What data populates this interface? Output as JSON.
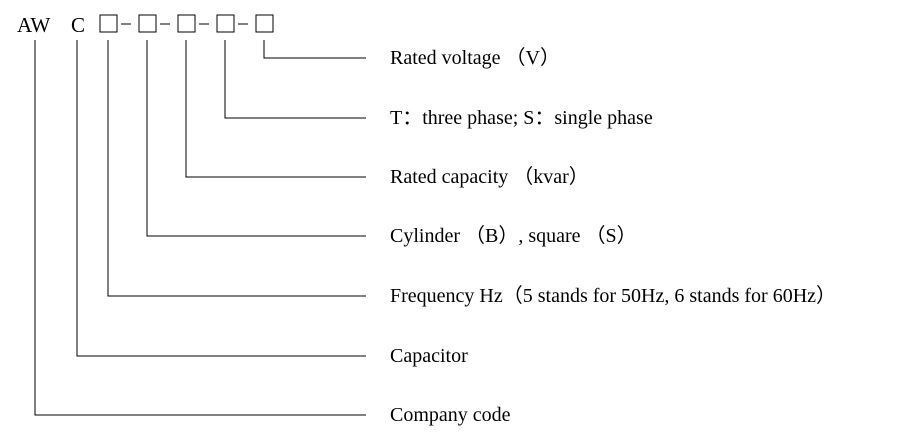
{
  "code": {
    "prefix_a": "AW",
    "prefix_b": "C",
    "separator": "–"
  },
  "labels": [
    "Rated voltage （V）",
    "T：three phase; S：single phase",
    "Rated capacity （kvar）",
    "Cylinder （B）, square （S）",
    "Frequency Hz（5 stands for 50Hz, 6 stands for 60Hz）",
    "Capacitor",
    "Company code"
  ]
}
